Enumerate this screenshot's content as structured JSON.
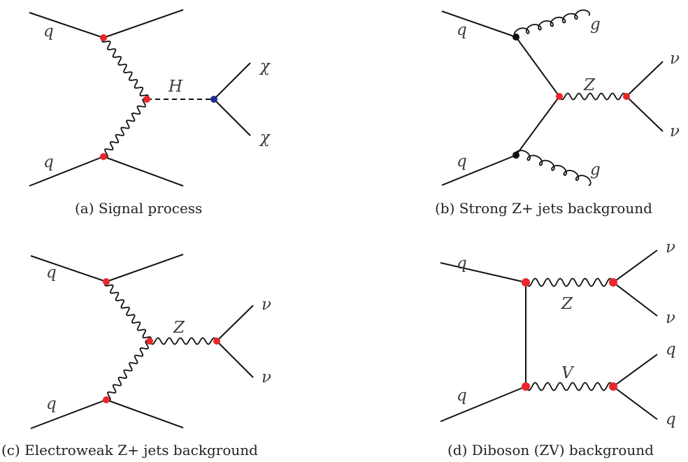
{
  "colors": {
    "vertex": "#e8262b",
    "vertex_blue": "#1f2b8f",
    "vertex_black": "#111111"
  },
  "panel_a": {
    "caption_id": "(a)",
    "caption_text": "Signal process",
    "labels": {
      "q_top": "q",
      "q_bottom": "q",
      "boson": "H",
      "chi_top": "χ",
      "chi_bottom": "χ"
    }
  },
  "panel_b": {
    "caption_id": "(b)",
    "caption_text": "Strong Z+ jets background",
    "labels": {
      "q_top": "q",
      "q_bottom": "q",
      "g_top": "g",
      "g_bottom": "g",
      "boson": "Z",
      "nu_top": "ν",
      "nu_bottom": "ν"
    }
  },
  "panel_c": {
    "caption_id": "(c)",
    "caption_text": "Electroweak Z+ jets background",
    "labels": {
      "q_top": "q",
      "q_bottom": "q",
      "boson": "Z",
      "nu_top": "ν",
      "nu_bottom": "ν"
    }
  },
  "panel_d": {
    "caption_id": "(d)",
    "caption_text": "Diboson (ZV) background",
    "labels": {
      "q_top_left": "q",
      "q_bottom_left": "q",
      "boson_top": "Z",
      "boson_bottom": "V",
      "nu_top": "ν",
      "nu_bottom": "ν",
      "q_top_right": "q",
      "q_bottom_right": "q"
    }
  }
}
